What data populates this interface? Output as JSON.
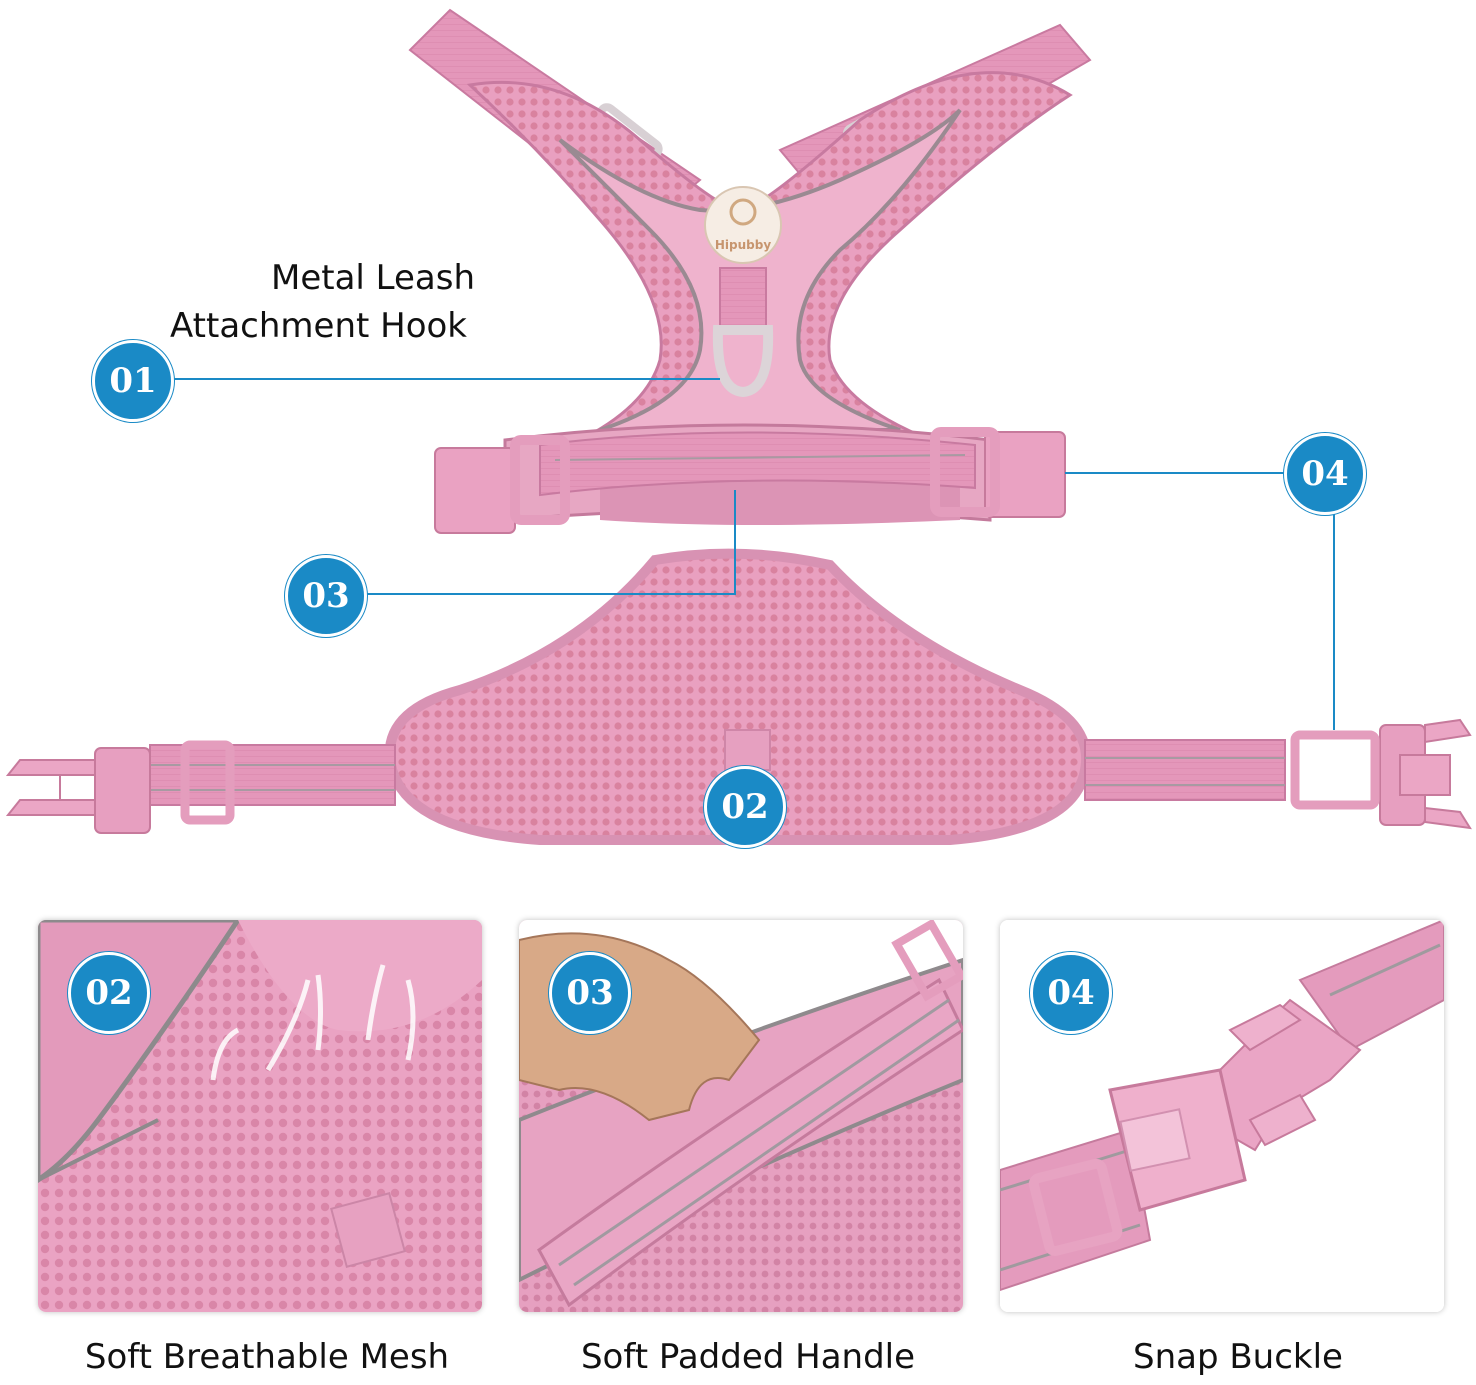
{
  "hero": {
    "brand_tag": "Hipubby",
    "leash_label_line1": "Metal Leash",
    "leash_label_line2": "Attachment Hook"
  },
  "callouts": [
    "01",
    "02",
    "03",
    "04"
  ],
  "panels": [
    {
      "badge": "02",
      "caption": "Soft Breathable Mesh"
    },
    {
      "badge": "03",
      "caption": "Soft Padded Handle"
    },
    {
      "badge": "04",
      "caption": "Snap Buckle"
    }
  ],
  "colors": {
    "accent": "#1a8ac6",
    "harness_pink": "#e9a6c4",
    "strap_pink": "#de92b6"
  }
}
